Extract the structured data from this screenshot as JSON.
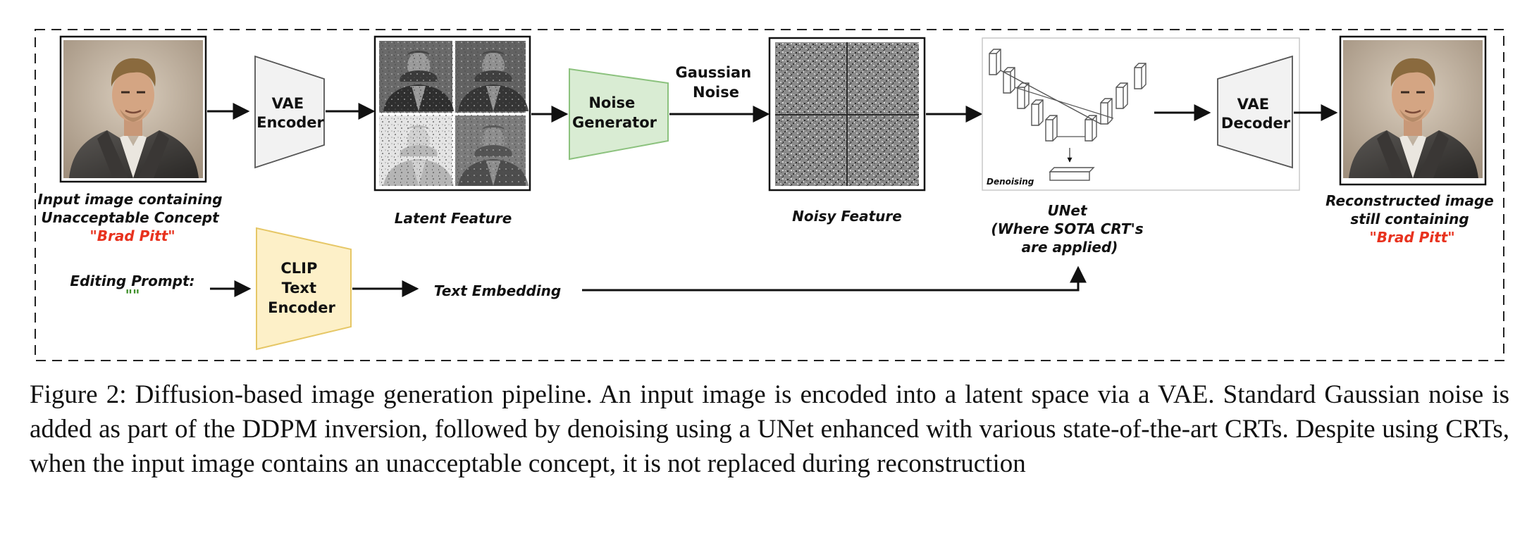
{
  "diagram": {
    "input_label_lines": [
      "Input image containing",
      "Unacceptable Concept"
    ],
    "input_concept": "\"Brad Pitt\"",
    "vae_encoder_lines": [
      "VAE",
      "Encoder"
    ],
    "latent_label": "Latent Feature",
    "noise_generator_lines": [
      "Noise",
      "Generator"
    ],
    "gaussian_noise_lines": [
      "Gaussian",
      "Noise"
    ],
    "noisy_label": "Noisy Feature",
    "denoising_tag": "Denoising",
    "unet_label_lines": [
      "UNet",
      "(Where SOTA CRT's",
      "are applied)"
    ],
    "vae_decoder_lines": [
      "VAE",
      "Decoder"
    ],
    "output_label_lines": [
      "Reconstructed image",
      "still containing"
    ],
    "output_concept": "\"Brad Pitt\"",
    "prompt_label": "Editing Prompt:",
    "prompt_value": "\"\"",
    "clip_lines": [
      "CLIP",
      "Text",
      "Encoder"
    ],
    "text_embedding_label": "Text Embedding"
  },
  "caption": "Figure 2: Diffusion-based image generation pipeline. An input image is encoded into a latent space via a VAE. Standard Gaussian noise is added as part of the DDPM inversion, followed by denoising using a UNet enhanced with various state-of-the-art CRTs. Despite using CRTs, when the input image contains an unacceptable concept, it is not replaced during reconstruction",
  "colors": {
    "vae_fill": "#f2f2f2",
    "noise_gen_fill": "#d9ecd3",
    "noise_gen_stroke": "#8cc27e",
    "clip_fill": "#fdf0c8",
    "clip_stroke": "#e6c766",
    "concept_red": "#e8321e",
    "prompt_green": "#3f8f2a"
  }
}
